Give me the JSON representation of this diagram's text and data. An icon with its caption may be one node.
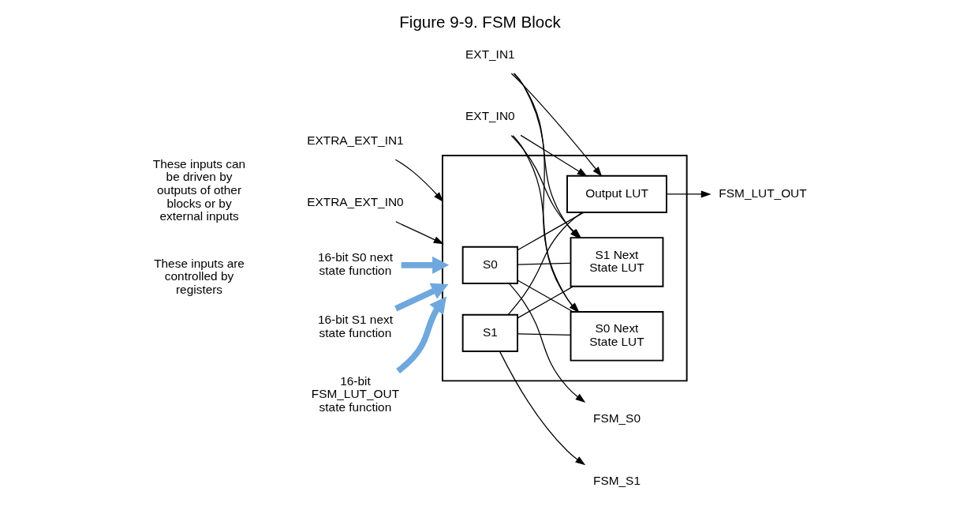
{
  "diagram": {
    "title": "Figure 9-9. FSM Block",
    "nodes": [
      {
        "text": [],
        "shape": "box"
      },
      {
        "text": [
          "Output LUT"
        ],
        "in": 0
      },
      {
        "text": [
          "S0 Next State LUT"
        ],
        "in": 0
      },
      {
        "text": [
          "S1 Next State LUT"
        ],
        "in": 0
      },
      {
        "text": [
          "S0"
        ],
        "in": 0
      },
      {
        "text": [
          "S1"
        ],
        "in": 0
      },
      {
        "text": [
          "EXTRA_EXT_IN1"
        ]
      },
      {
        "text": [
          "EXTRA_EXT_IN0"
        ]
      },
      {
        "text": [
          "EXT_IN1"
        ]
      },
      {
        "text": [
          "EXT_IN0"
        ]
      },
      {
        "text": [
          "16-bit S0 next state function"
        ]
      },
      {
        "text": [
          "16-bit S1 next state function"
        ]
      },
      {
        "text": [
          "16-bit FSM_LUT_OUT state function"
        ]
      },
      {
        "text": [
          "FSM_LUT_OUT"
        ]
      },
      {
        "text": [
          "FSM_S0"
        ]
      },
      {
        "text": [
          "FSM_S1"
        ]
      }
    ],
    "edges": [
      {
        "from": 6,
        "to": 0,
        "arrow": "to"
      },
      {
        "from": 7,
        "to": 0,
        "arrow": "to"
      },
      {
        "from": 8,
        "to": 1,
        "arrow": "to"
      },
      {
        "from": 8,
        "to": 2,
        "arrow": "to"
      },
      {
        "from": 8,
        "to": 3,
        "arrow": "to"
      },
      {
        "from": 9,
        "to": 1,
        "arrow": "to"
      },
      {
        "from": 9,
        "to": 2,
        "arrow": "to"
      },
      {
        "from": 9,
        "to": 3,
        "arrow": "to"
      },
      {
        "from": 10,
        "to": 0,
        "arrow": "to",
        "style": "thick",
        "color": "#6fa8dc"
      },
      {
        "from": 11,
        "to": 0,
        "arrow": "to",
        "style": "thick",
        "color": "#6fa8dc"
      },
      {
        "from": 12,
        "to": 0,
        "arrow": "to",
        "style": "thick",
        "color": "#6fa8dc"
      },
      {
        "from": 4,
        "to": 1,
        "arrow": "none"
      },
      {
        "from": 4,
        "to": 2,
        "arrow": "none"
      },
      {
        "from": 4,
        "to": 3,
        "arrow": "none"
      },
      {
        "from": 5,
        "to": 1,
        "arrow": "none"
      },
      {
        "from": 5,
        "to": 2,
        "arrow": "none"
      },
      {
        "from": 5,
        "to": 3,
        "arrow": "none"
      },
      {
        "from": 1,
        "to": 13,
        "arrow": "to"
      },
      {
        "from": 4,
        "to": 14,
        "arrow": "to"
      },
      {
        "from": 5,
        "to": 15,
        "arrow": "to"
      }
    ],
    "labels": [
      "These inputs can be driven by outputs of other blocks or by external inputs",
      "These inputs are controlled by registers"
    ]
  }
}
